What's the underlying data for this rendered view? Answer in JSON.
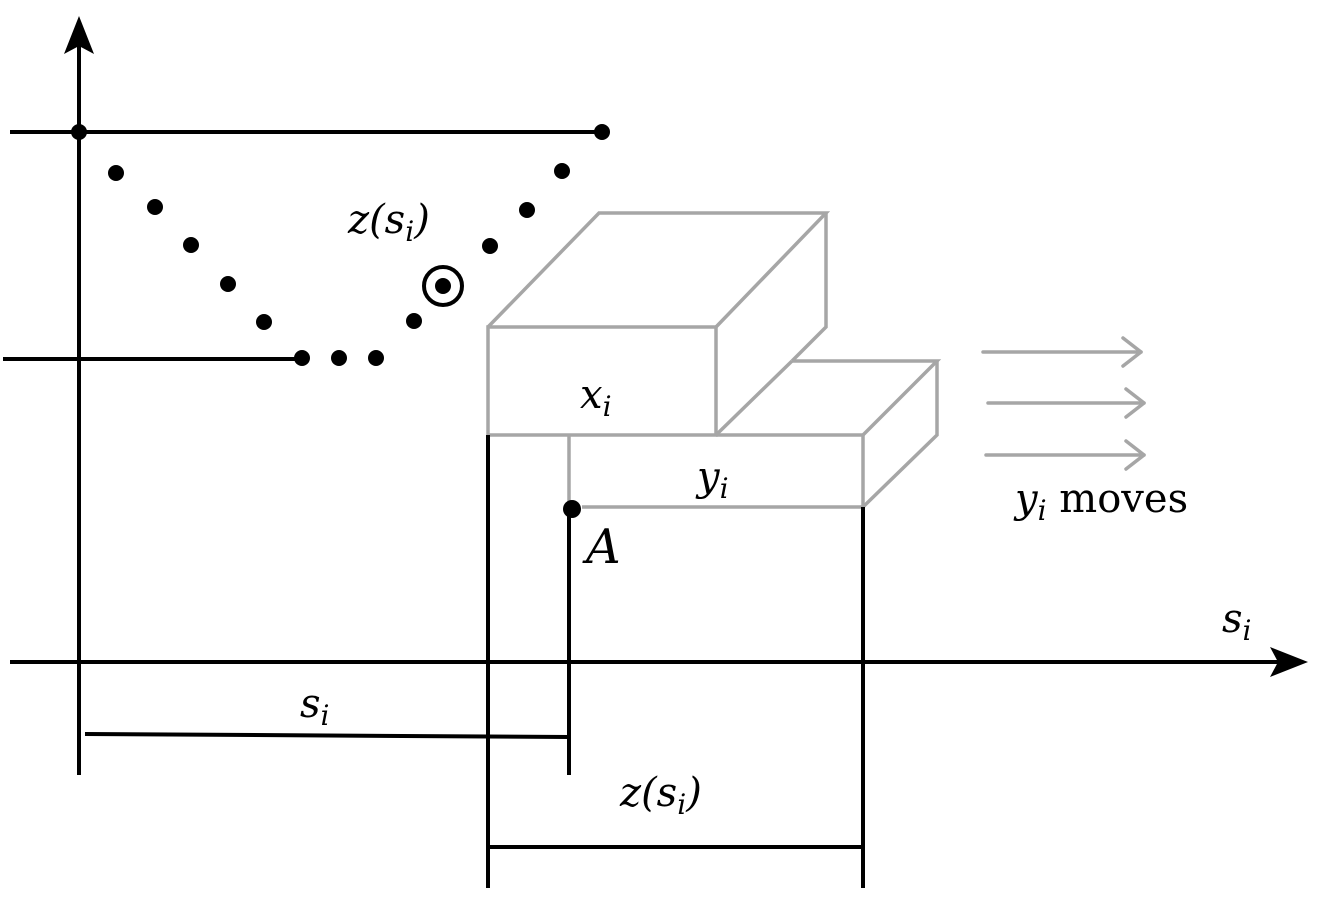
{
  "colors": {
    "ink": "#000000",
    "box_outline": "#a6a6a6",
    "background": "#ffffff"
  },
  "labels": {
    "z_function": {
      "base": "z(s",
      "sub": "i",
      "close": ")"
    },
    "x_block": {
      "base": "x",
      "sub": "i"
    },
    "y_block": {
      "base": "y",
      "sub": "i"
    },
    "point_a": "A",
    "s_axis": {
      "base": "s",
      "sub": "i"
    },
    "s_distance": {
      "base": "s",
      "sub": "i"
    },
    "z_distance": {
      "base": "z(s",
      "sub": "i",
      "close": ")"
    },
    "moves_note": {
      "base": "y",
      "sub": "i",
      "text": " moves"
    }
  },
  "icons": {
    "target_marker": "circled-dot-icon",
    "motion_arrows": "right-arrow-icon"
  }
}
